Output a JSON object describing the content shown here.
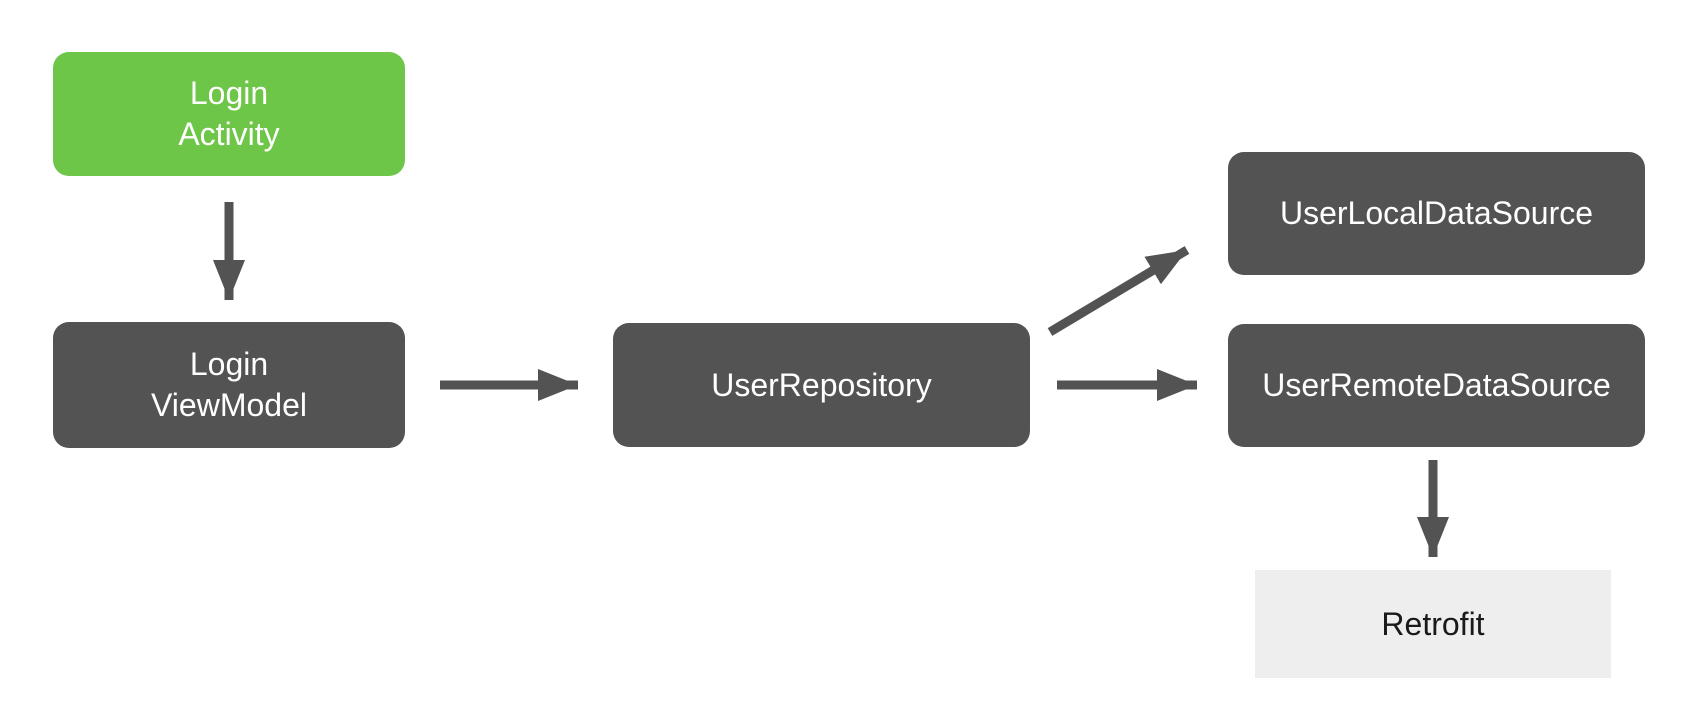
{
  "diagram": {
    "type": "architecture-flow",
    "nodes": {
      "login_activity": {
        "label": "Login\nActivity",
        "fill": "#6EC649",
        "text_color": "#FFFFFF",
        "shape": "rounded-rect"
      },
      "login_viewmodel": {
        "label": "Login\nViewModel",
        "fill": "#535353",
        "text_color": "#FFFFFF",
        "shape": "rounded-rect"
      },
      "user_repository": {
        "label": "UserRepository",
        "fill": "#535353",
        "text_color": "#FFFFFF",
        "shape": "rounded-rect"
      },
      "user_local_data_source": {
        "label": "UserLocalDataSource",
        "fill": "#535353",
        "text_color": "#FFFFFF",
        "shape": "rounded-rect"
      },
      "user_remote_data_source": {
        "label": "UserRemoteDataSource",
        "fill": "#535353",
        "text_color": "#FFFFFF",
        "shape": "rounded-rect"
      },
      "retrofit": {
        "label": "Retrofit",
        "fill": "#EEEEEE",
        "text_color": "#1A1A1A",
        "shape": "rect"
      }
    },
    "edges": [
      {
        "from": "login_activity",
        "to": "login_viewmodel",
        "direction": "down"
      },
      {
        "from": "login_viewmodel",
        "to": "user_repository",
        "direction": "right"
      },
      {
        "from": "user_repository",
        "to": "user_local_data_source",
        "direction": "diagonal-up-right"
      },
      {
        "from": "user_repository",
        "to": "user_remote_data_source",
        "direction": "right"
      },
      {
        "from": "user_remote_data_source",
        "to": "retrofit",
        "direction": "down"
      }
    ]
  },
  "palette": {
    "node-green": "#6EC649",
    "node-dark": "#535353",
    "node-light": "#EEEEEE",
    "arrow-color": "#535353",
    "label-light": "#FFFFFF",
    "label-dark": "#1A1A1A",
    "canvas-bg": "#FFFFFF"
  }
}
